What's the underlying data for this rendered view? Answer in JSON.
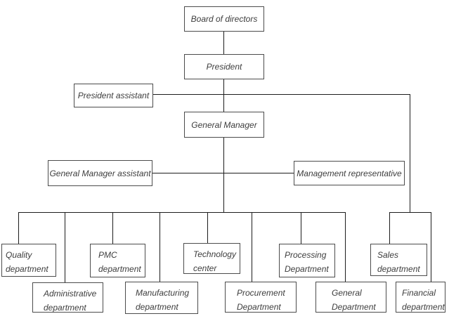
{
  "diagram": {
    "type": "organization-chart",
    "colors": {
      "background": "#ffffff",
      "box_border": "#4c4c4c",
      "connector_line": "#1c1c1c",
      "text": "#3d3d3d"
    },
    "nodes": {
      "board": {
        "label": "Board of directors"
      },
      "president": {
        "label": "President"
      },
      "president_assistant": {
        "label": "President assistant"
      },
      "general_manager": {
        "label": "General Manager"
      },
      "general_manager_assistant": {
        "label": "General Manager assistant"
      },
      "management_representative": {
        "label": "Management representative"
      },
      "quality": {
        "line1": "Quality",
        "line2": "department"
      },
      "administrative": {
        "line1": "Administrative",
        "line2": "department"
      },
      "pmc": {
        "line1": "PMC",
        "line2": "department"
      },
      "manufacturing": {
        "line1": "Manufacturing",
        "line2": "department"
      },
      "technology": {
        "line1": "Technology",
        "line2": "center"
      },
      "procurement": {
        "line1": "Procurement",
        "line2": "Department"
      },
      "processing": {
        "line1": "Processing",
        "line2": "Department"
      },
      "general_department": {
        "line1": "General",
        "line2": "Department"
      },
      "sales": {
        "line1": "Sales",
        "line2": "department"
      },
      "financial": {
        "line1": "Financial",
        "line2": "department"
      }
    },
    "edges": [
      {
        "from": "Board of directors",
        "to": "President"
      },
      {
        "from": "President",
        "to": "President assistant"
      },
      {
        "from": "President",
        "to": "General Manager"
      },
      {
        "from": "General Manager",
        "to": "General Manager assistant"
      },
      {
        "from": "General Manager",
        "to": "Management representative"
      },
      {
        "from": "General Manager",
        "to": "Quality department"
      },
      {
        "from": "General Manager",
        "to": "Administrative department"
      },
      {
        "from": "General Manager",
        "to": "PMC department"
      },
      {
        "from": "General Manager",
        "to": "Manufacturing department"
      },
      {
        "from": "General Manager",
        "to": "Technology center"
      },
      {
        "from": "General Manager",
        "to": "Procurement Department"
      },
      {
        "from": "General Manager",
        "to": "Processing Department"
      },
      {
        "from": "General Manager",
        "to": "General Department"
      },
      {
        "from": "President assistant",
        "to": "Sales department"
      },
      {
        "from": "President assistant",
        "to": "Financial department"
      }
    ]
  }
}
